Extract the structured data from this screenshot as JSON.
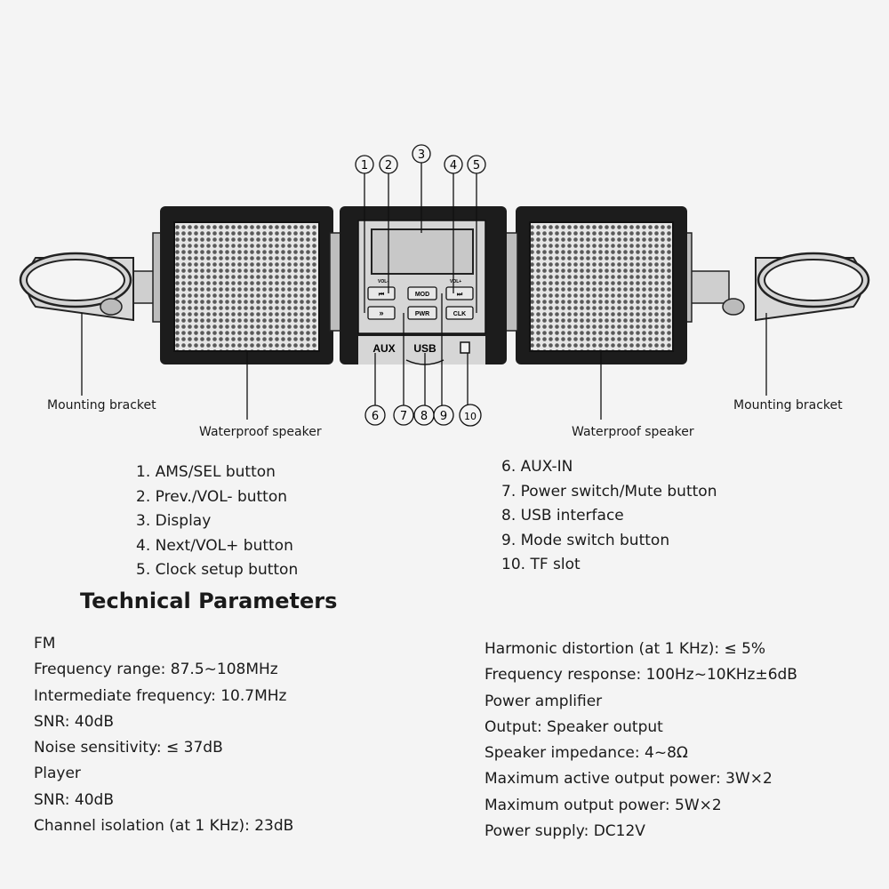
{
  "diagram": {
    "callouts": [
      "1",
      "2",
      "3",
      "4",
      "5",
      "6",
      "7",
      "8",
      "9",
      "10"
    ],
    "buttons": {
      "vol_minus_mark": "VOL-",
      "vol_plus_mark": "VOL+",
      "prev": "⏮",
      "mode": "MOD",
      "next": "⏭",
      "ams": "»",
      "pwr": "PWR",
      "clk": "CLK"
    },
    "ports": {
      "aux": "AUX",
      "usb": "USB"
    },
    "labels": {
      "bracket_left": "Mounting bracket",
      "speaker_left": "Waterproof speaker",
      "speaker_right": "Waterproof speaker",
      "bracket_right": "Mounting bracket"
    }
  },
  "legend": {
    "left": [
      "1. AMS/SEL button",
      "2. Prev./VOL- button",
      "3. Display",
      "4. Next/VOL+ button",
      "5. Clock setup button"
    ],
    "right": [
      "6. AUX-IN",
      "7. Power switch/Mute button",
      "8. USB interface",
      "9. Mode switch button",
      "10. TF slot"
    ]
  },
  "technical": {
    "title": "Technical Parameters",
    "left": [
      "FM",
      "Frequency range: 87.5~108MHz",
      "Intermediate frequency: 10.7MHz",
      "SNR: 40dB",
      "Noise sensitivity: ≤ 37dB",
      "Player",
      "SNR: 40dB",
      "Channel isolation (at 1 KHz): 23dB"
    ],
    "right": [
      "Harmonic distortion (at 1 KHz): ≤ 5%",
      "Frequency response: 100Hz~10KHz±6dB",
      "Power amplifier",
      "Output: Speaker output",
      "Speaker impedance: 4~8Ω",
      "Maximum active output power: 3W×2",
      "Maximum output power: 5W×2",
      "Power supply: DC12V"
    ]
  }
}
